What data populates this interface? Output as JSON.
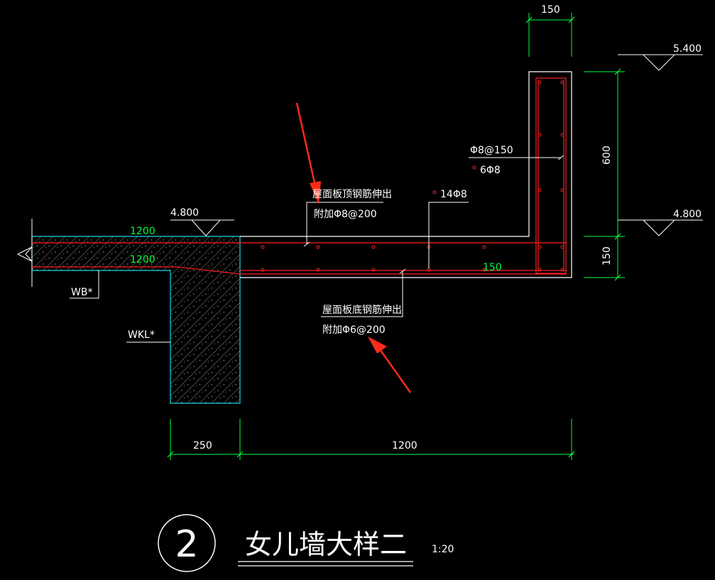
{
  "colors": {
    "background": "#000000",
    "outline": "#ffffff",
    "dimension": "#00ff3c",
    "section": "#18d7e6",
    "rebar": "#ff2020",
    "arrow": "#ff2a1a"
  },
  "elevations": {
    "top_right": "5.400",
    "slab_right": "4.800",
    "slab_left": "4.800"
  },
  "dimensions": {
    "parapet_width": "150",
    "parapet_height": "600",
    "slab_thickness": "150",
    "slab_top_length": "1200",
    "slab_bottom_length": "1200",
    "inner_slab_length": "150",
    "beam_width": "250",
    "overhang_length": "1200"
  },
  "labels": {
    "wb": "WB*",
    "wkl": "WKL*",
    "top_rebar_line1": "屋面板顶钢筋伸出",
    "top_rebar_line2": "附加Φ8@200",
    "bottom_rebar_line1": "屋面板底钢筋伸出",
    "bottom_rebar_line2": "附加Φ6@200",
    "parapet_stirrup": "Φ8@150",
    "parapet_bars": "6Φ8",
    "slab_bars": "14Φ8"
  },
  "title": {
    "number": "2",
    "text": "女儿墙大样二",
    "scale": "1:20"
  }
}
